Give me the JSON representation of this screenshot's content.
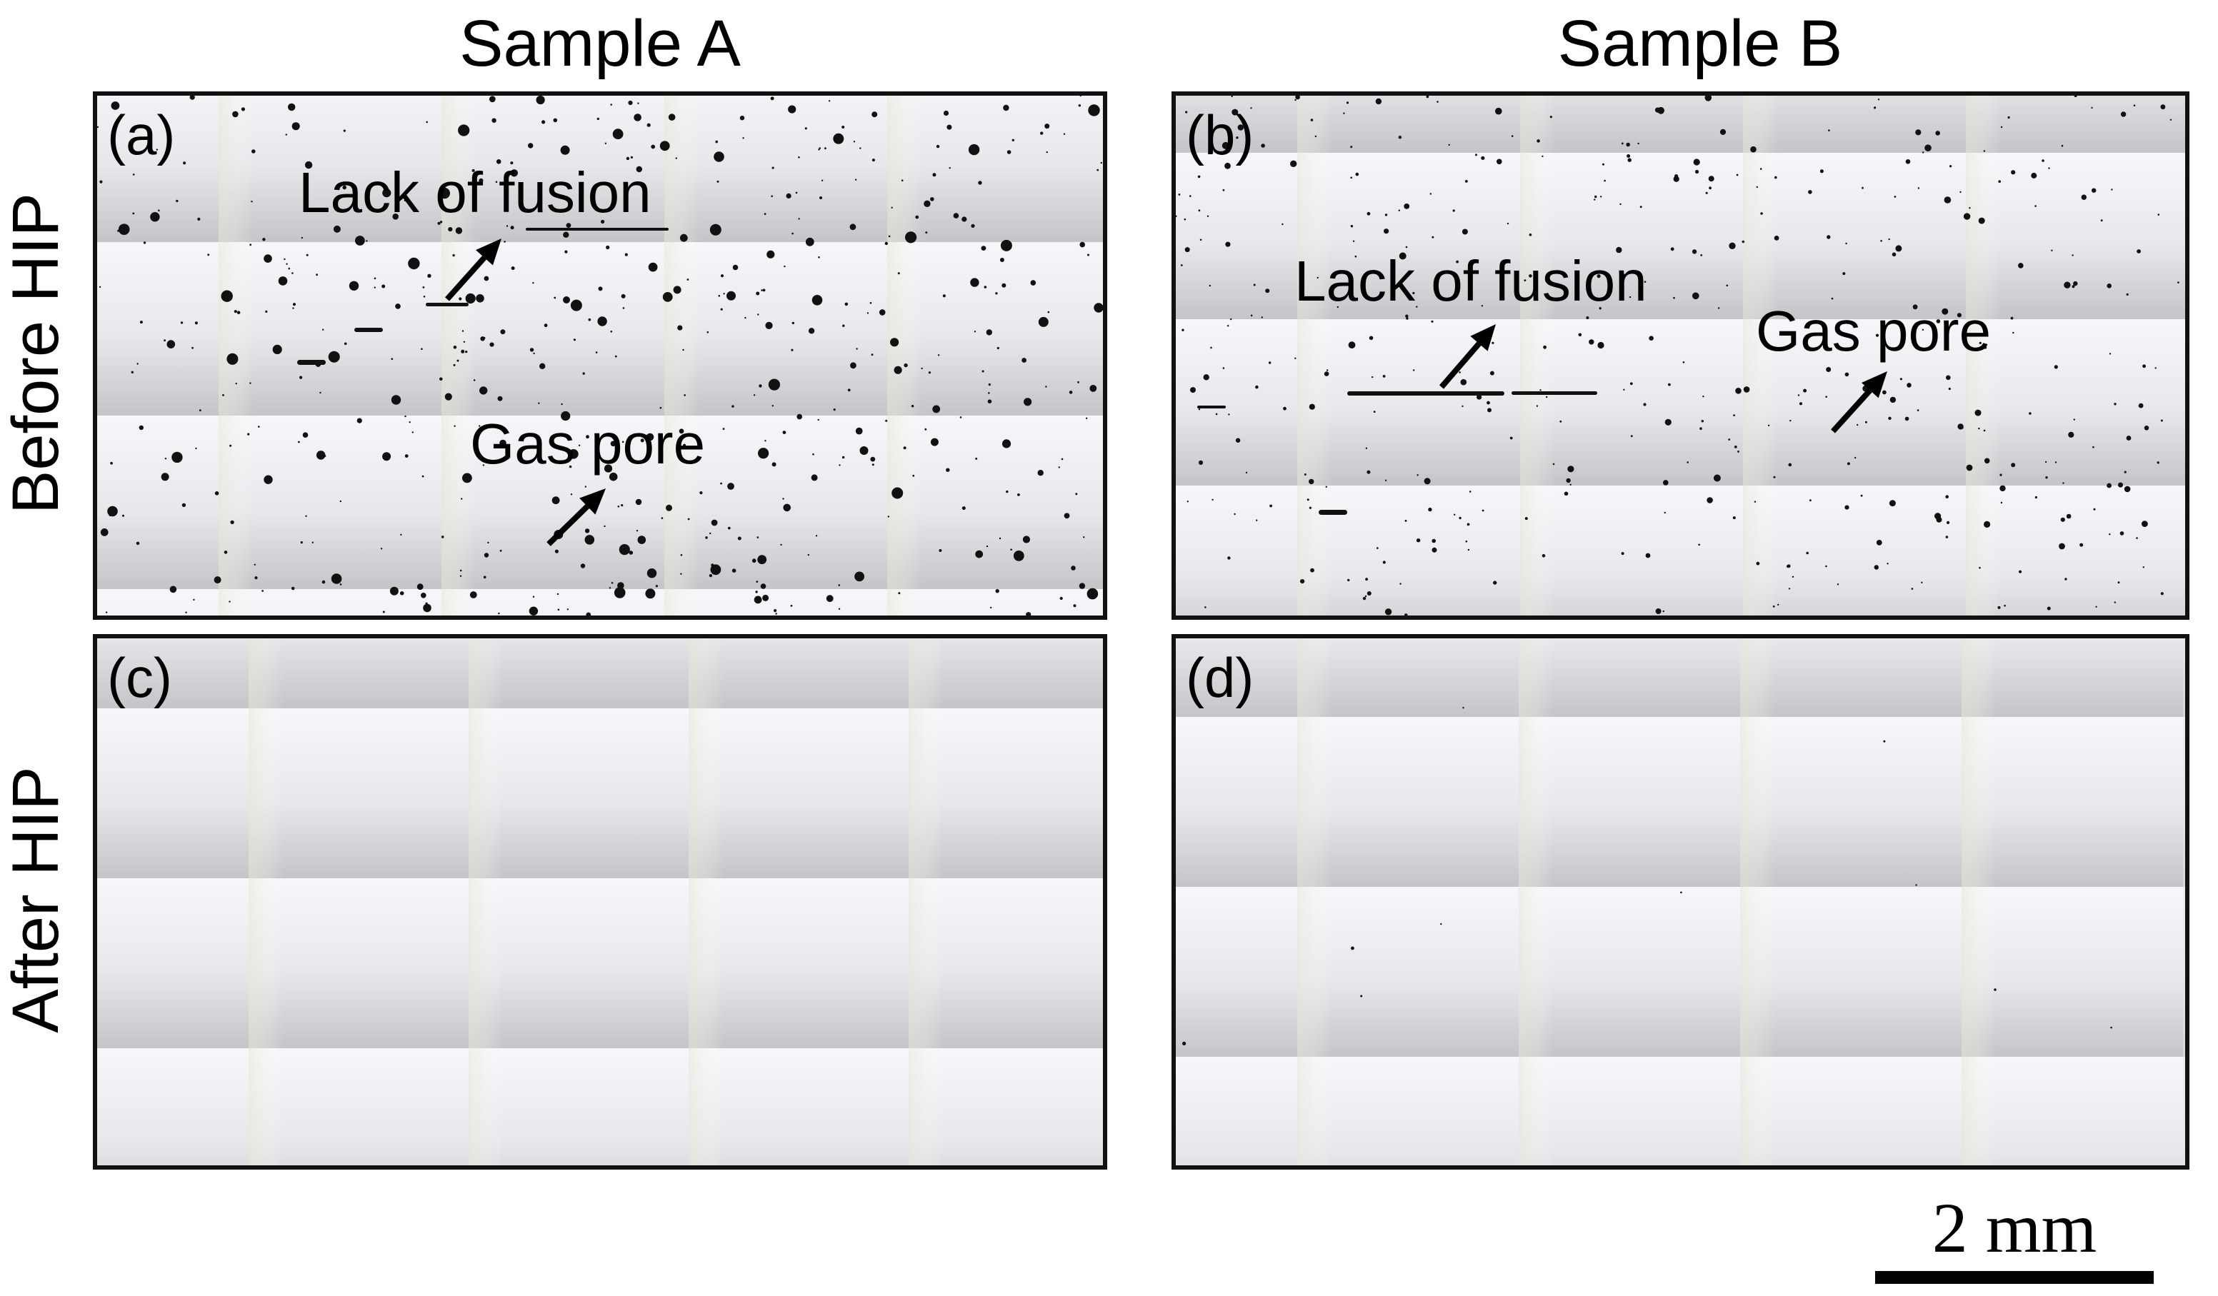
{
  "columns": {
    "left": "Sample A",
    "right": "Sample B"
  },
  "rows": {
    "top": "Before HIP",
    "bottom": "After HIP"
  },
  "panels": {
    "a": {
      "label": "(a)",
      "annotations": {
        "lof": "Lack of fusion",
        "gas": "Gas pore"
      }
    },
    "b": {
      "label": "(b)",
      "annotations": {
        "lof": "Lack of fusion",
        "gas": "Gas pore"
      }
    },
    "c": {
      "label": "(c)"
    },
    "d": {
      "label": "(d)"
    }
  },
  "scale_bar": {
    "label": "2 mm"
  },
  "colors": {
    "frame": "#111111",
    "pore": "#111111",
    "tile_shade": "#c9cacd",
    "tile_light": "#f4f5f8",
    "tile_green": "#e9eadc"
  }
}
